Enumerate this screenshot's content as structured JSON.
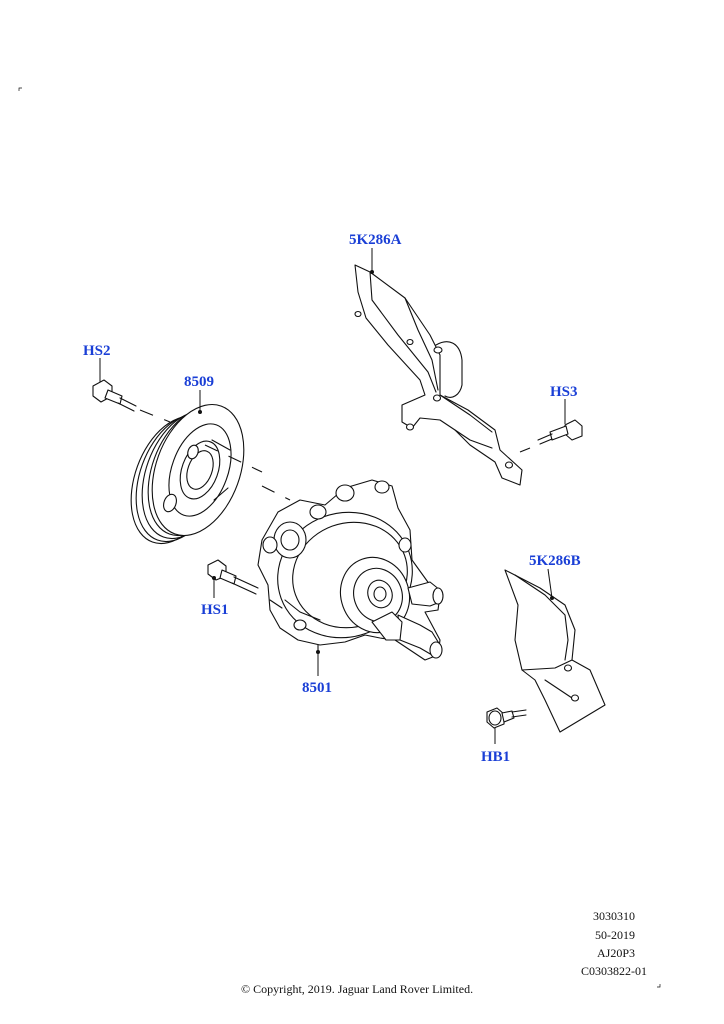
{
  "diagram": {
    "labels": {
      "hs2": "HS2",
      "p8509": "8509",
      "p5k286a": "5K286A",
      "hs3": "HS3",
      "hs1": "HS1",
      "p8501": "8501",
      "p5k286b": "5K286B",
      "hb1": "HB1"
    },
    "reference": {
      "line1": "3030310",
      "line2": "50-2019",
      "line3": "AJ20P3",
      "line4": "C0303822-01"
    },
    "copyright": "© Copyright, 2019. Jaguar Land Rover Limited."
  }
}
